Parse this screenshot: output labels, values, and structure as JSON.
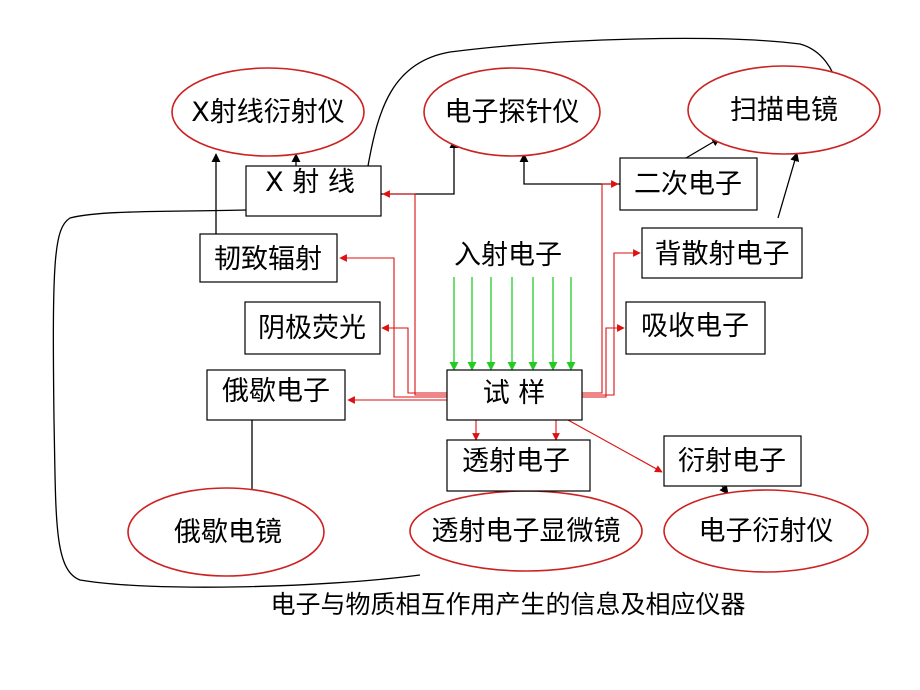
{
  "colors": {
    "background": "#ffffff",
    "box_border": "#000000",
    "ellipse_border": "#cc2222",
    "red_arrow": "#dd1111",
    "green_arrow": "#22cc22",
    "black_line": "#000000"
  },
  "boxes": {
    "xray": "X 射 线",
    "bremsstrahlung": "韧致辐射",
    "cathodoluminescence": "阴极荧光",
    "auger_electron": "俄歇电子",
    "sample": "试  样",
    "transmitted_electron": "透射电子",
    "secondary_electron": "二次电子",
    "backscattered_electron": "背散射电子",
    "absorbed_electron": "吸收电子",
    "diffracted_electron": "衍射电子"
  },
  "instruments": {
    "xray_diffractometer": "X射线衍射仪",
    "electron_probe": "电子探针仪",
    "sem": "扫描电镜",
    "auger_microscope": "俄歇电镜",
    "tem": "透射电子显微镜",
    "electron_diffractometer": "电子衍射仪"
  },
  "incident_label": "入射电子",
  "caption": "电子与物质相互作用产生的信息及相应仪器"
}
